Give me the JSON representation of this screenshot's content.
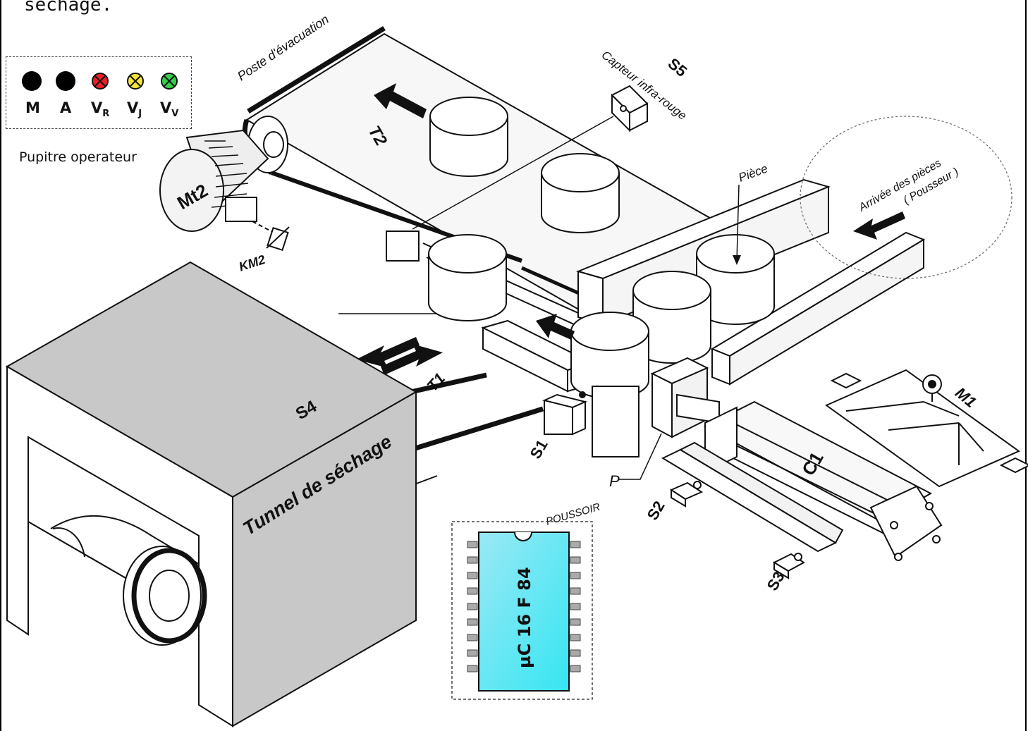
{
  "header": {
    "text": "séchage."
  },
  "pupitre": {
    "caption": "Pupitre operateur",
    "lamps": [
      {
        "label": "M",
        "sub": "",
        "color": "#000000"
      },
      {
        "label": "A",
        "sub": "",
        "color": "#000000"
      },
      {
        "label": "V",
        "sub": "R",
        "color": "#e8202a"
      },
      {
        "label": "V",
        "sub": "J",
        "color": "#f5e63a"
      },
      {
        "label": "V",
        "sub": "V",
        "color": "#34d04a"
      }
    ]
  },
  "labels": {
    "poste_evacuation": "Poste d'évacuation",
    "s5": "S5",
    "capteur": "Capteur infra-rouge",
    "t2": "T2",
    "mt2": "Mt2",
    "km2": "KM2",
    "piece": "Pièce",
    "arrivee_1": "Arrivée des pièces",
    "arrivee_2": "( Pousseur )",
    "t1": "T1",
    "s4": "S4",
    "tunnel": "Tunnel de séchage",
    "s1": "S1",
    "s2": "S2",
    "s3": "S3",
    "c1": "C1",
    "m1": "M1",
    "poussoir": "POUSSOIR",
    "p": "P",
    "chip": "µC 16 F 84"
  }
}
